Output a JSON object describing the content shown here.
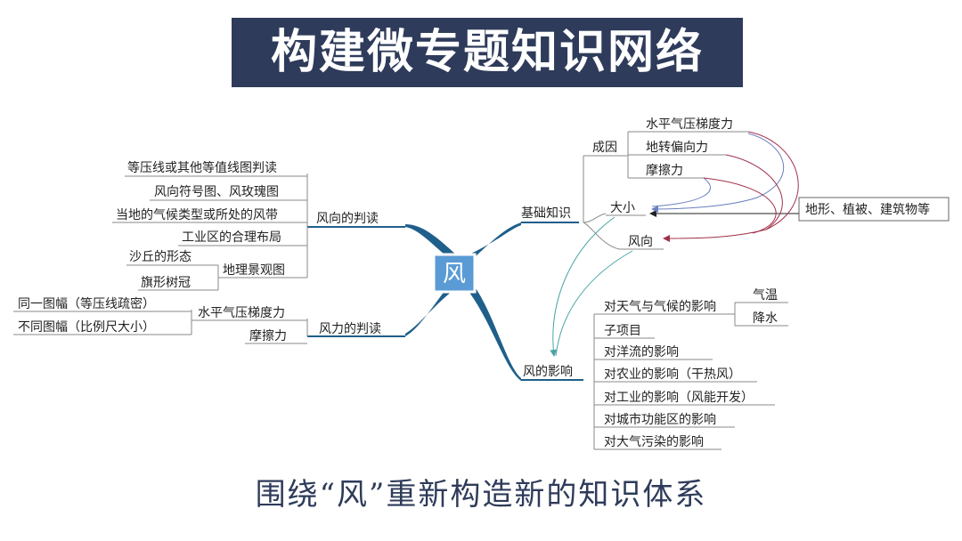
{
  "title": "构建微专题知识网络",
  "subtitle": "围绕“风”重新构造新的知识体系",
  "colors": {
    "banner": "#2e3b5a",
    "branch": "#1f5f8b",
    "center_fill": "#5b9bd5",
    "line_gray": "#8a8a8a",
    "arrow_blue": "#6a7fc0",
    "arrow_red": "#a0304a",
    "arrow_teal": "#4aa3a3"
  },
  "center": "风",
  "left": {
    "direction": {
      "label": "风向的判读",
      "items": [
        "等压线或其他等值线图判读",
        "风向符号图、风玫瑰图",
        "当地的气候类型或所处的风带",
        "工业区的合理布局"
      ],
      "landscape": {
        "label": "地理景观图",
        "items": [
          "沙丘的形态",
          "旗形树冠"
        ]
      }
    },
    "force": {
      "label": "风力的判读",
      "gradient": {
        "label": "水平气压梯度力",
        "items": [
          "同一图幅（等压线疏密）",
          "不同图幅（比例尺大小）"
        ]
      },
      "friction": "摩擦力"
    }
  },
  "right": {
    "basic": {
      "label": "基础知识",
      "cause": {
        "label": "成因",
        "items": [
          "水平气压梯度力",
          "地转偏向力",
          "摩擦力"
        ]
      },
      "size": "大小",
      "dir": "风向",
      "external": "地形、植被、建筑物等"
    },
    "influence": {
      "label": "风的影响",
      "weather": {
        "label": "对天气与气候的影响",
        "items": [
          "气温",
          "降水"
        ]
      },
      "items": [
        "子项目",
        "对洋流的影响",
        "对农业的影响（干热风）",
        "对工业的影响（风能开发）",
        "对城市功能区的影响",
        "对大气污染的影响"
      ]
    }
  }
}
